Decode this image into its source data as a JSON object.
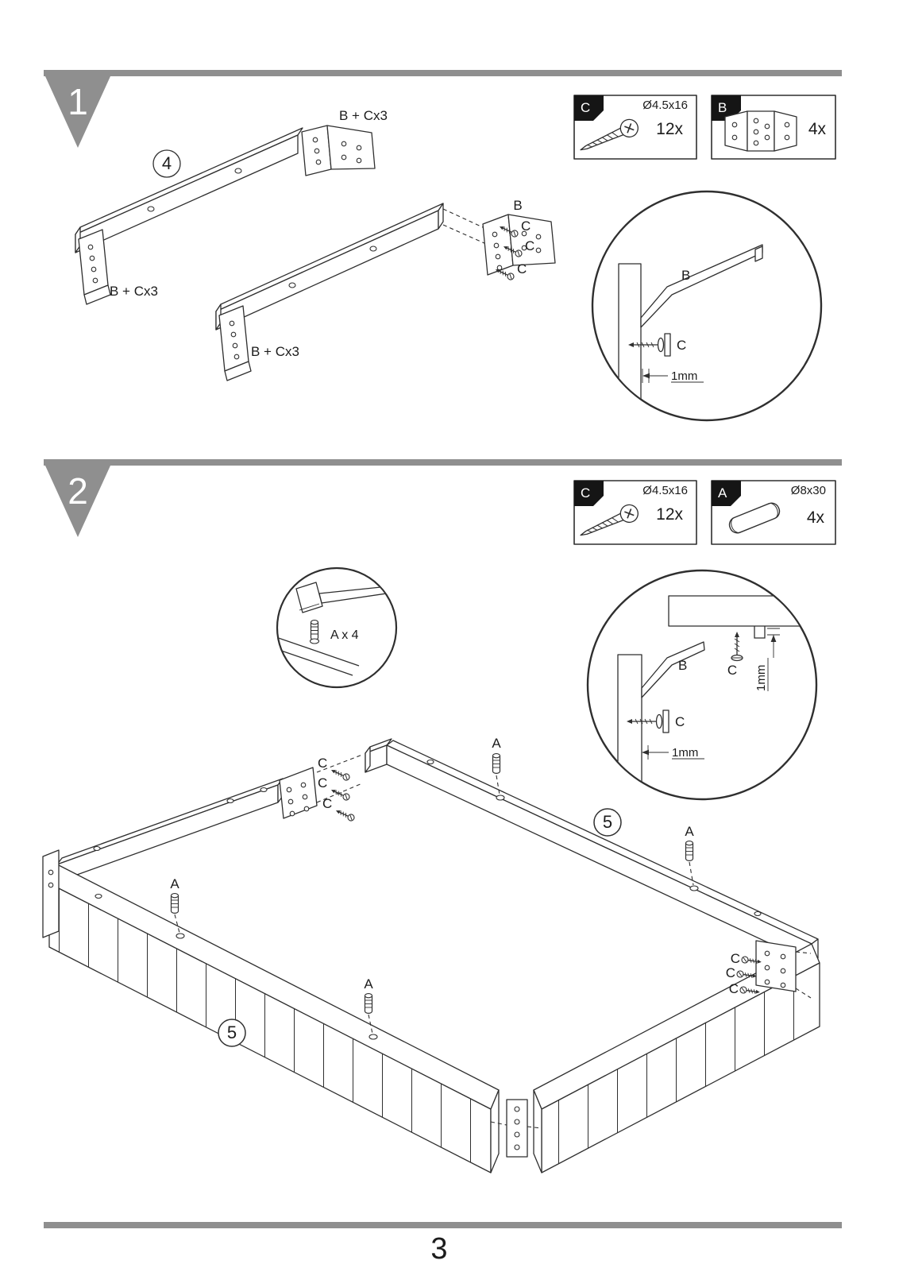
{
  "page": {
    "number": "3"
  },
  "colors": {
    "divider_gray": "#8f8f8f",
    "line": "#2f2f2f"
  },
  "step1": {
    "number": "1",
    "parts": {
      "screw": {
        "id": "C",
        "spec": "Ø4.5x16",
        "qty": "12x"
      },
      "bracket": {
        "id": "B",
        "qty": "4x"
      }
    },
    "rail_qty_badge": "4",
    "bracket_note": "B + Cx3",
    "label_b": "B",
    "label_c": "C",
    "detail": {
      "label_b": "B",
      "label_c": "C",
      "measure": "1mm"
    }
  },
  "step2": {
    "number": "2",
    "parts": {
      "screw": {
        "id": "C",
        "spec": "Ø4.5x16",
        "qty": "12x"
      },
      "dowel": {
        "id": "A",
        "spec": "Ø8x30",
        "qty": "4x"
      }
    },
    "dowel_note": "A x 4",
    "detail": {
      "label_b": "B",
      "label_c": "C",
      "measure": "1mm"
    },
    "assembly": {
      "step_badge": "5",
      "label_a": "A",
      "label_c": "C"
    }
  }
}
